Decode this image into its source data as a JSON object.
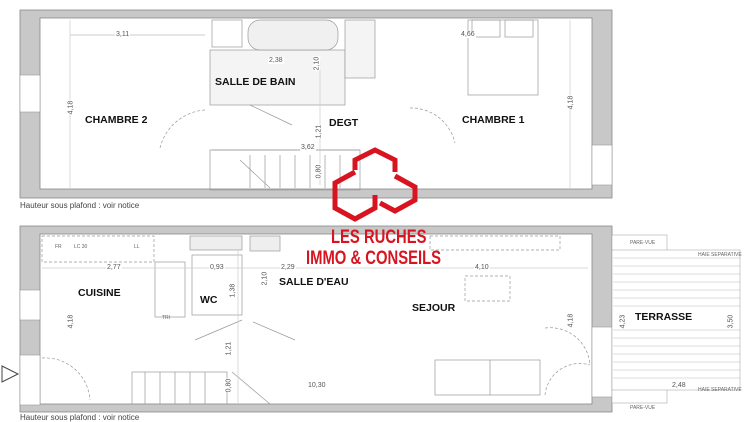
{
  "upper_floor": {
    "rooms": [
      "CHAMBRE 2",
      "SALLE DE BAIN",
      "DEGT",
      "CHAMBRE 1"
    ],
    "dimensions": {
      "chambre2_width": "3,11",
      "bain_width": "2,38",
      "bain_height": "2,10",
      "chambre1_width": "4,66",
      "height_left": "4,18",
      "height_right": "4,18",
      "degt": "1,21",
      "stair_width": "3,62",
      "stair_depth": "0,80"
    },
    "note": "Hauteur sous plafond : voir notice"
  },
  "lower_floor": {
    "rooms": [
      "CUISINE",
      "WC",
      "SALLE D'EAU",
      "SEJOUR",
      "TERRASSE"
    ],
    "fixtures": [
      "FR",
      "LC 30",
      "LL",
      "TRI"
    ],
    "terrace_labels": [
      "PARE-VUE",
      "HAIE SEPARATIVE",
      "HAIE SEPARATIVE",
      "PARE-VUE"
    ],
    "dimensions": {
      "cuisine_width": "2,77",
      "wc_width": "0,93",
      "wc_height": "1,38",
      "eau_height": "2,10",
      "eau_width": "2,29",
      "sejour_width": "4,10",
      "height_left": "4,18",
      "height_right": "4,18",
      "passage": "1,21",
      "stair_depth": "0,80",
      "total": "10,30",
      "terrace_height": "4,23",
      "terrace_inner": "3,50",
      "terrace_width": "2,48"
    },
    "note": "Hauteur sous plafond : voir notice"
  },
  "brand": {
    "line1": "LES RUCHES",
    "line2": "IMMO & CONSEILS",
    "color": "#d7141f"
  },
  "colors": {
    "wall": "#c8c8c8",
    "line": "#777777"
  }
}
